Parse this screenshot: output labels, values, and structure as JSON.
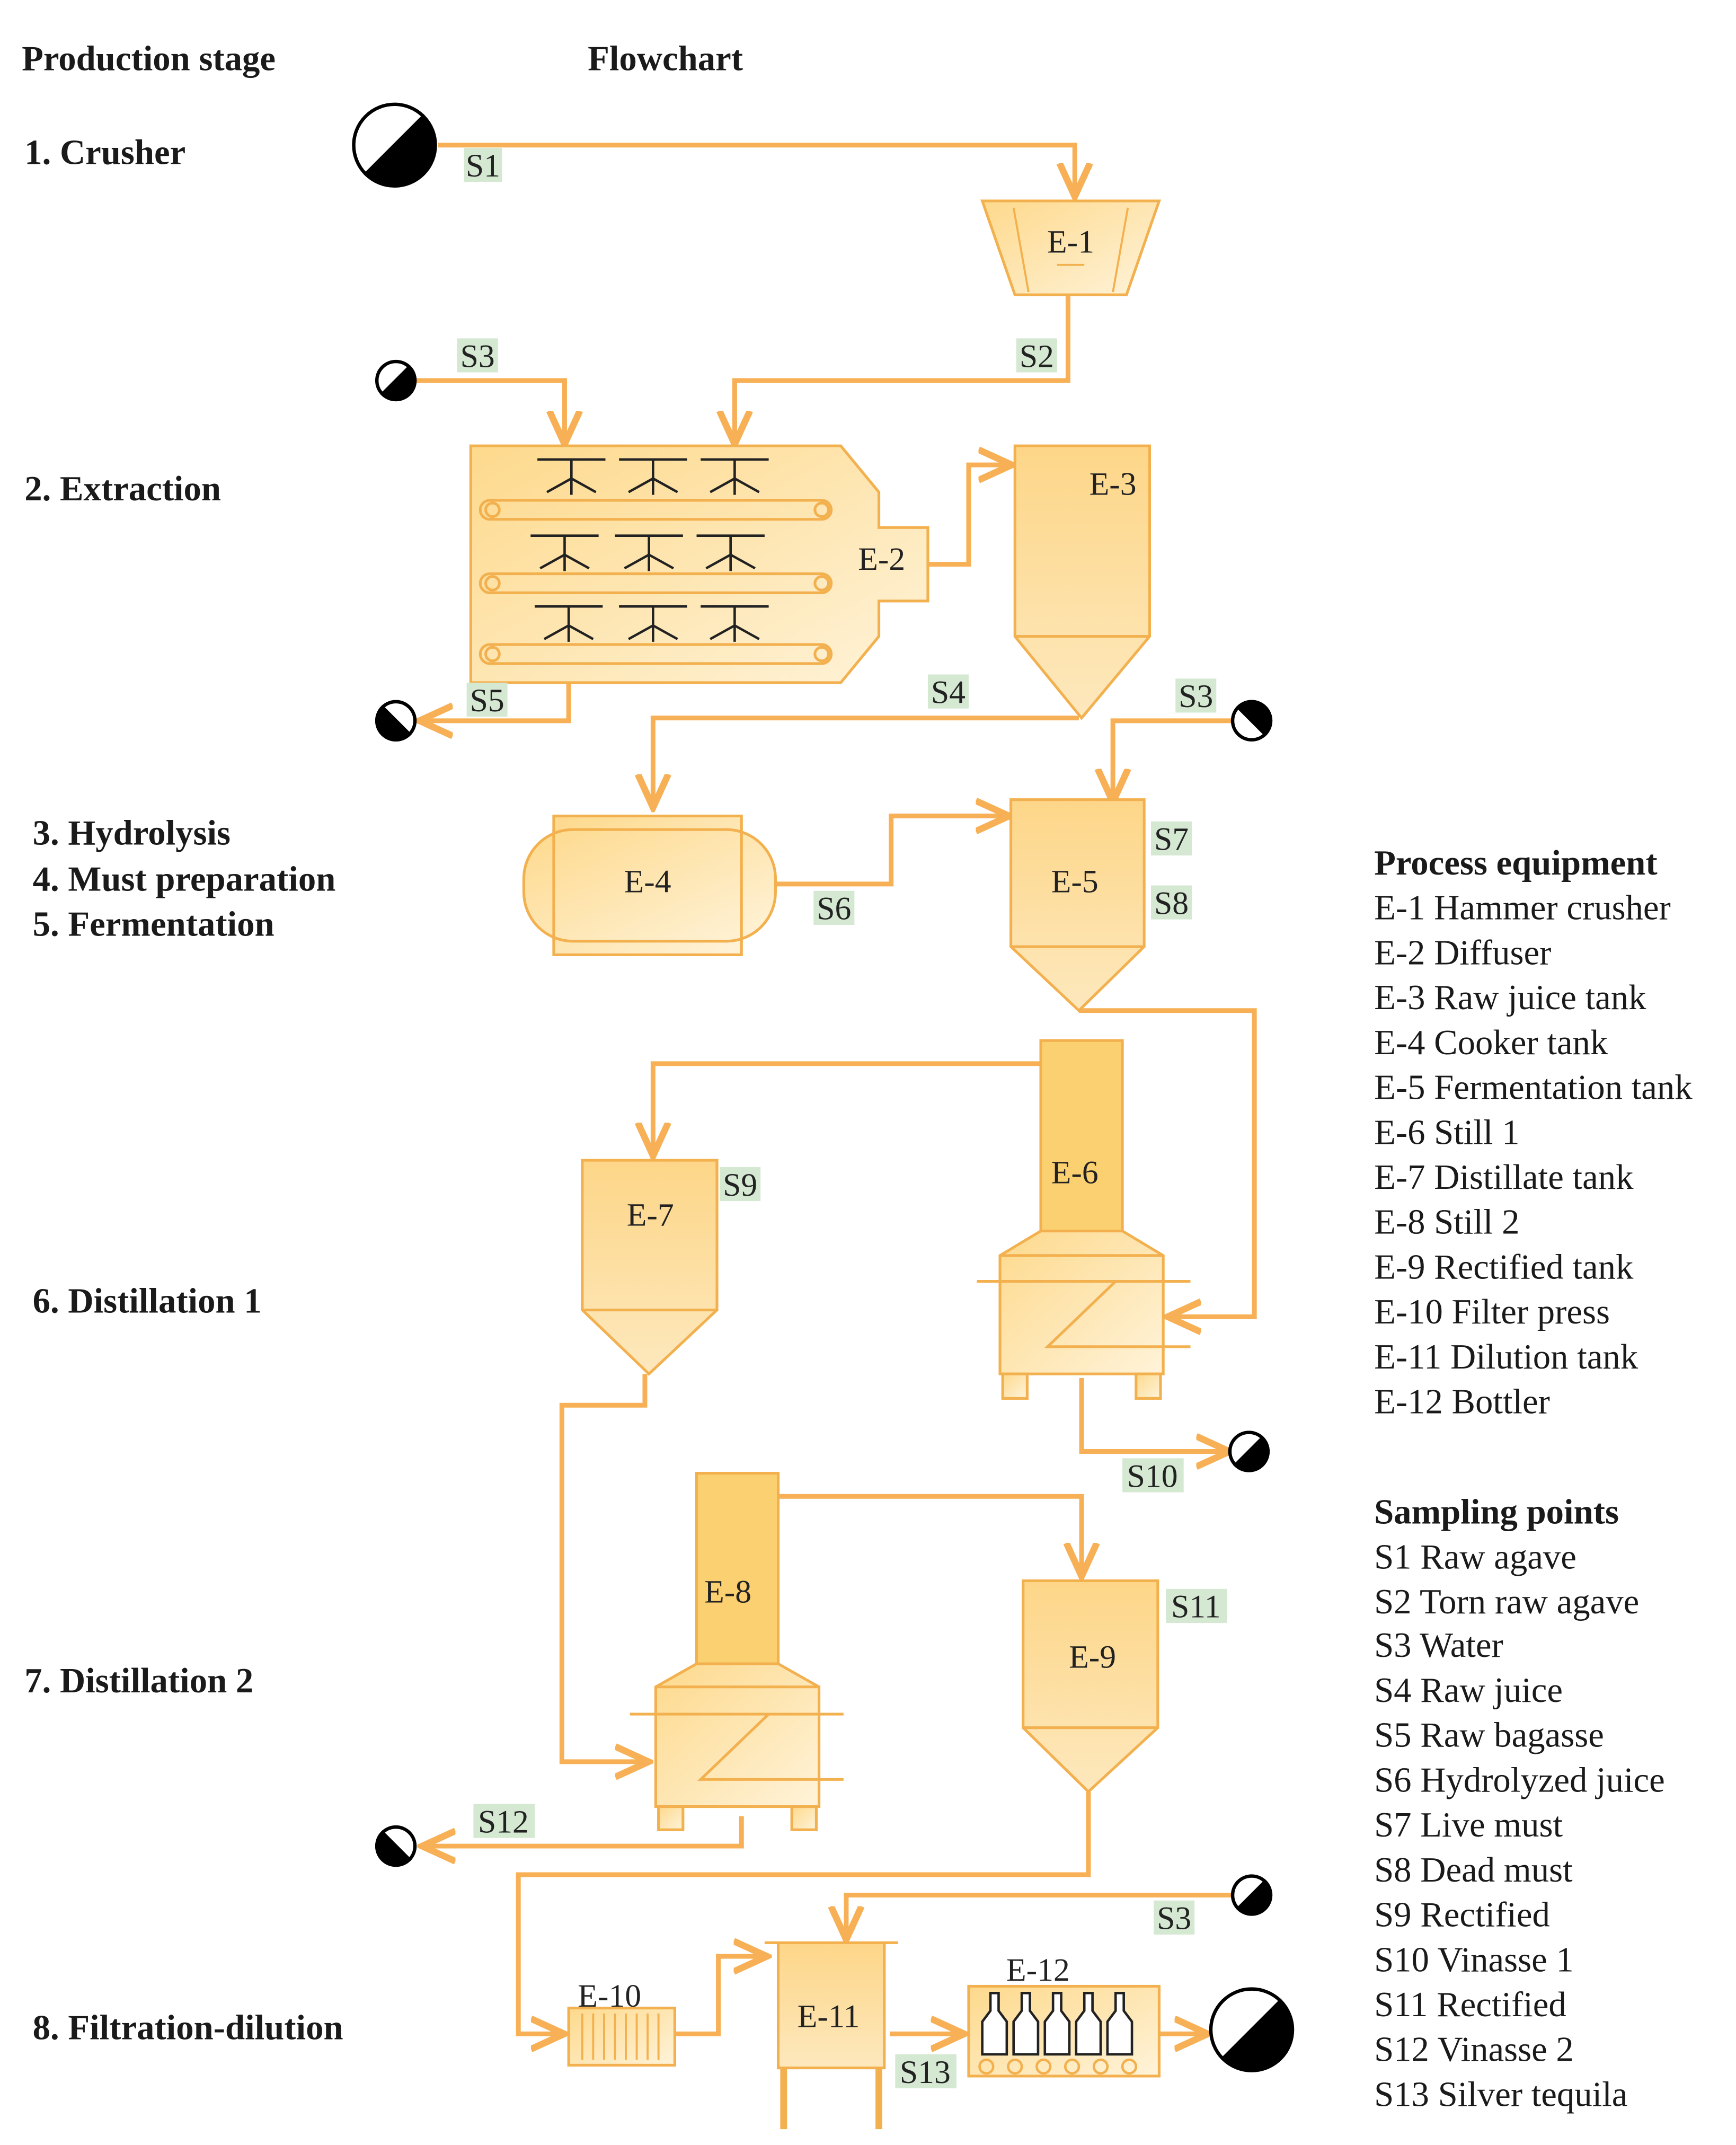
{
  "headers": {
    "stage": "Production stage",
    "flow": "Flowchart"
  },
  "stages": [
    "1. Crusher",
    "2. Extraction",
    "3. Hydrolysis",
    "4. Must preparation",
    "5. Fermentation",
    "6. Distillation 1",
    "7. Distillation 2",
    "8. Filtration-dilution"
  ],
  "equipment_labels": {
    "e1": "E-1",
    "e2": "E-2",
    "e3": "E-3",
    "e4": "E-4",
    "e5": "E-5",
    "e6": "E-6",
    "e7": "E-7",
    "e8": "E-8",
    "e9": "E-9",
    "e10": "E-10",
    "e11": "E-11",
    "e12": "E-12"
  },
  "stream_labels": {
    "s1": "S1",
    "s2": "S2",
    "s3": "S3",
    "s4": "S4",
    "s5": "S5",
    "s6": "S6",
    "s7": "S7",
    "s8": "S8",
    "s9": "S9",
    "s10": "S10",
    "s11": "S11",
    "s12": "S12",
    "s13": "S13"
  },
  "legend": {
    "equipment_title": "Process equipment",
    "equipment": [
      "E-1 Hammer crusher",
      "E-2 Diffuser",
      "E-3 Raw juice tank",
      "E-4 Cooker tank",
      "E-5 Fermentation tank",
      "E-6 Still 1",
      "E-7 Distillate tank",
      "E-8 Still 2",
      "E-9 Rectified tank",
      "E-10 Filter press",
      "E-11 Dilution tank",
      "E-12 Bottler"
    ],
    "sampling_title": "Sampling points",
    "sampling": [
      "S1 Raw agave",
      "S2 Torn raw agave",
      "S3 Water",
      "S4 Raw juice",
      "S5 Raw bagasse",
      "S6 Hydrolyzed juice",
      "S7 Live must",
      "S8 Dead must",
      "S9 Rectified",
      "S10 Vinasse 1",
      "S11 Rectified",
      "S12 Vinasse 2",
      "S13 Silver tequila"
    ]
  },
  "colors": {
    "line": "#f7b055",
    "fill": "#fde3ac",
    "fill_dark": "#fbd070",
    "stroke": "#f3b04e",
    "tag_bg": "#d4e8d2"
  }
}
